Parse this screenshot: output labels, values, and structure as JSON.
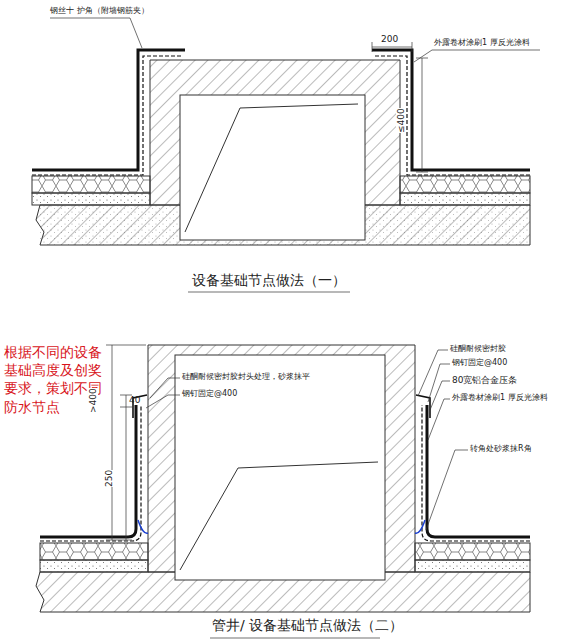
{
  "diagram": {
    "labels": [
      "钢丝十 护角（附墙钢筋夹）",
      "200",
      "外露卷材涂刷1 厚反光涂料",
      "≤400",
      "设备基础节点做法（一）",
      "根据不同的设备基础高度及创奖要求，策划不同防水节点",
      "硅酮耐候密封胶",
      "钢钉固定@400",
      "80宽铝合金压条",
      "外露卷材涂刷1 厚反光涂料",
      "转角处砂浆抹R角",
      "硅酮耐候密封胶封头处理，砂浆抹平",
      "钢钉固定@400",
      ">400",
      "40",
      "250",
      "管井/ 设备基础节点做法（二）"
    ]
  }
}
